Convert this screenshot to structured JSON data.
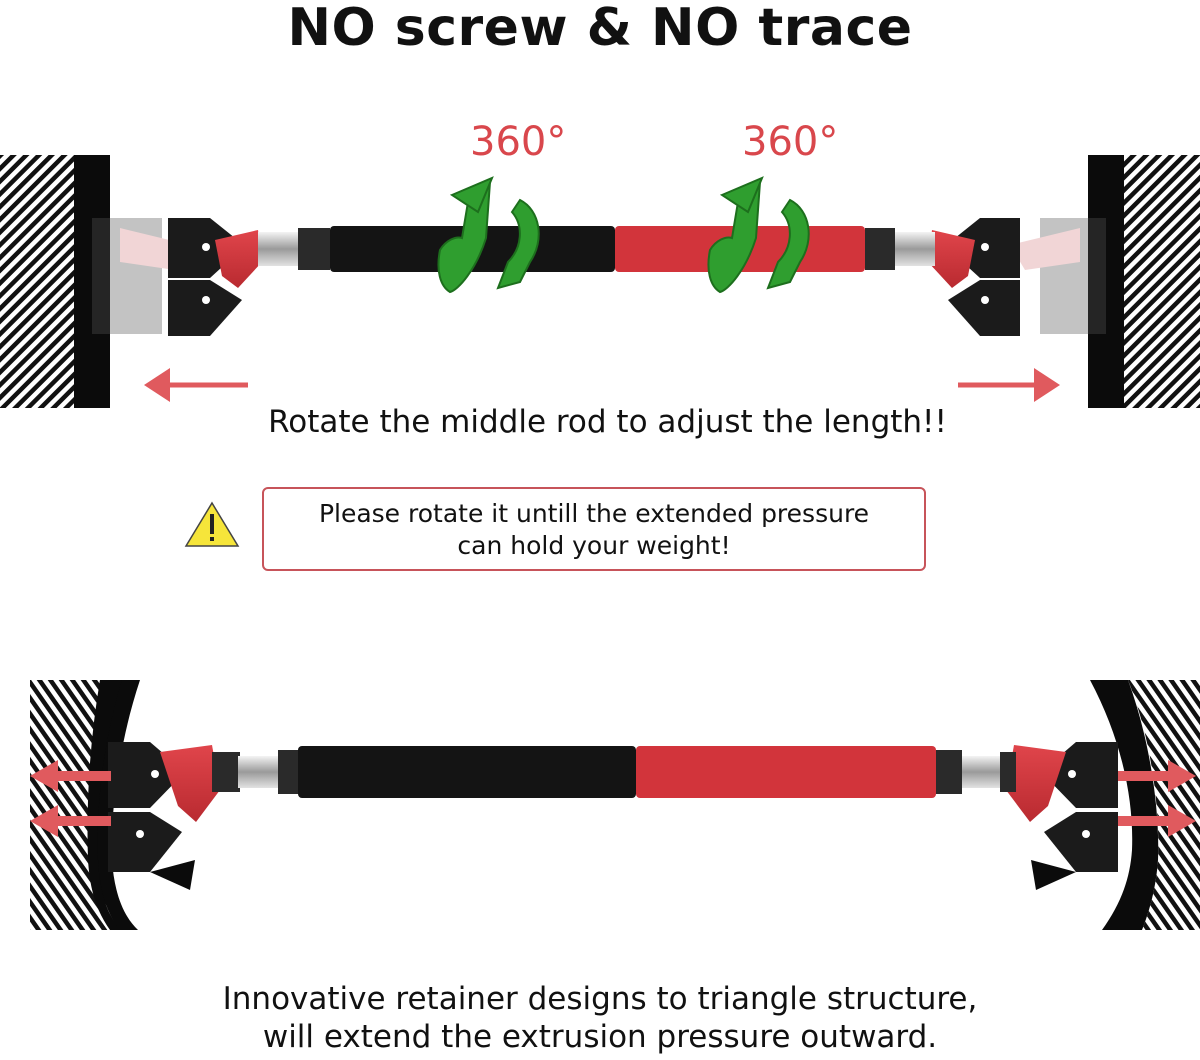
{
  "title": "NO screw & NO trace",
  "rotation": {
    "left_label": "360°",
    "right_label": "360°"
  },
  "instruction": "Rotate the middle rod to adjust the length!!",
  "warning": {
    "line1": "Please rotate it untill the extended pressure",
    "line2": "can hold your weight!"
  },
  "caption": {
    "line1": "Innovative retainer designs to triangle structure,",
    "line2": "will extend the extrusion pressure outward."
  },
  "colors": {
    "accent_red": "#d9474c",
    "bar_red": "#d2343b",
    "bar_black": "#141414",
    "arrow_green": "#2f9e2f",
    "warning_yellow": "#f6e53a"
  }
}
